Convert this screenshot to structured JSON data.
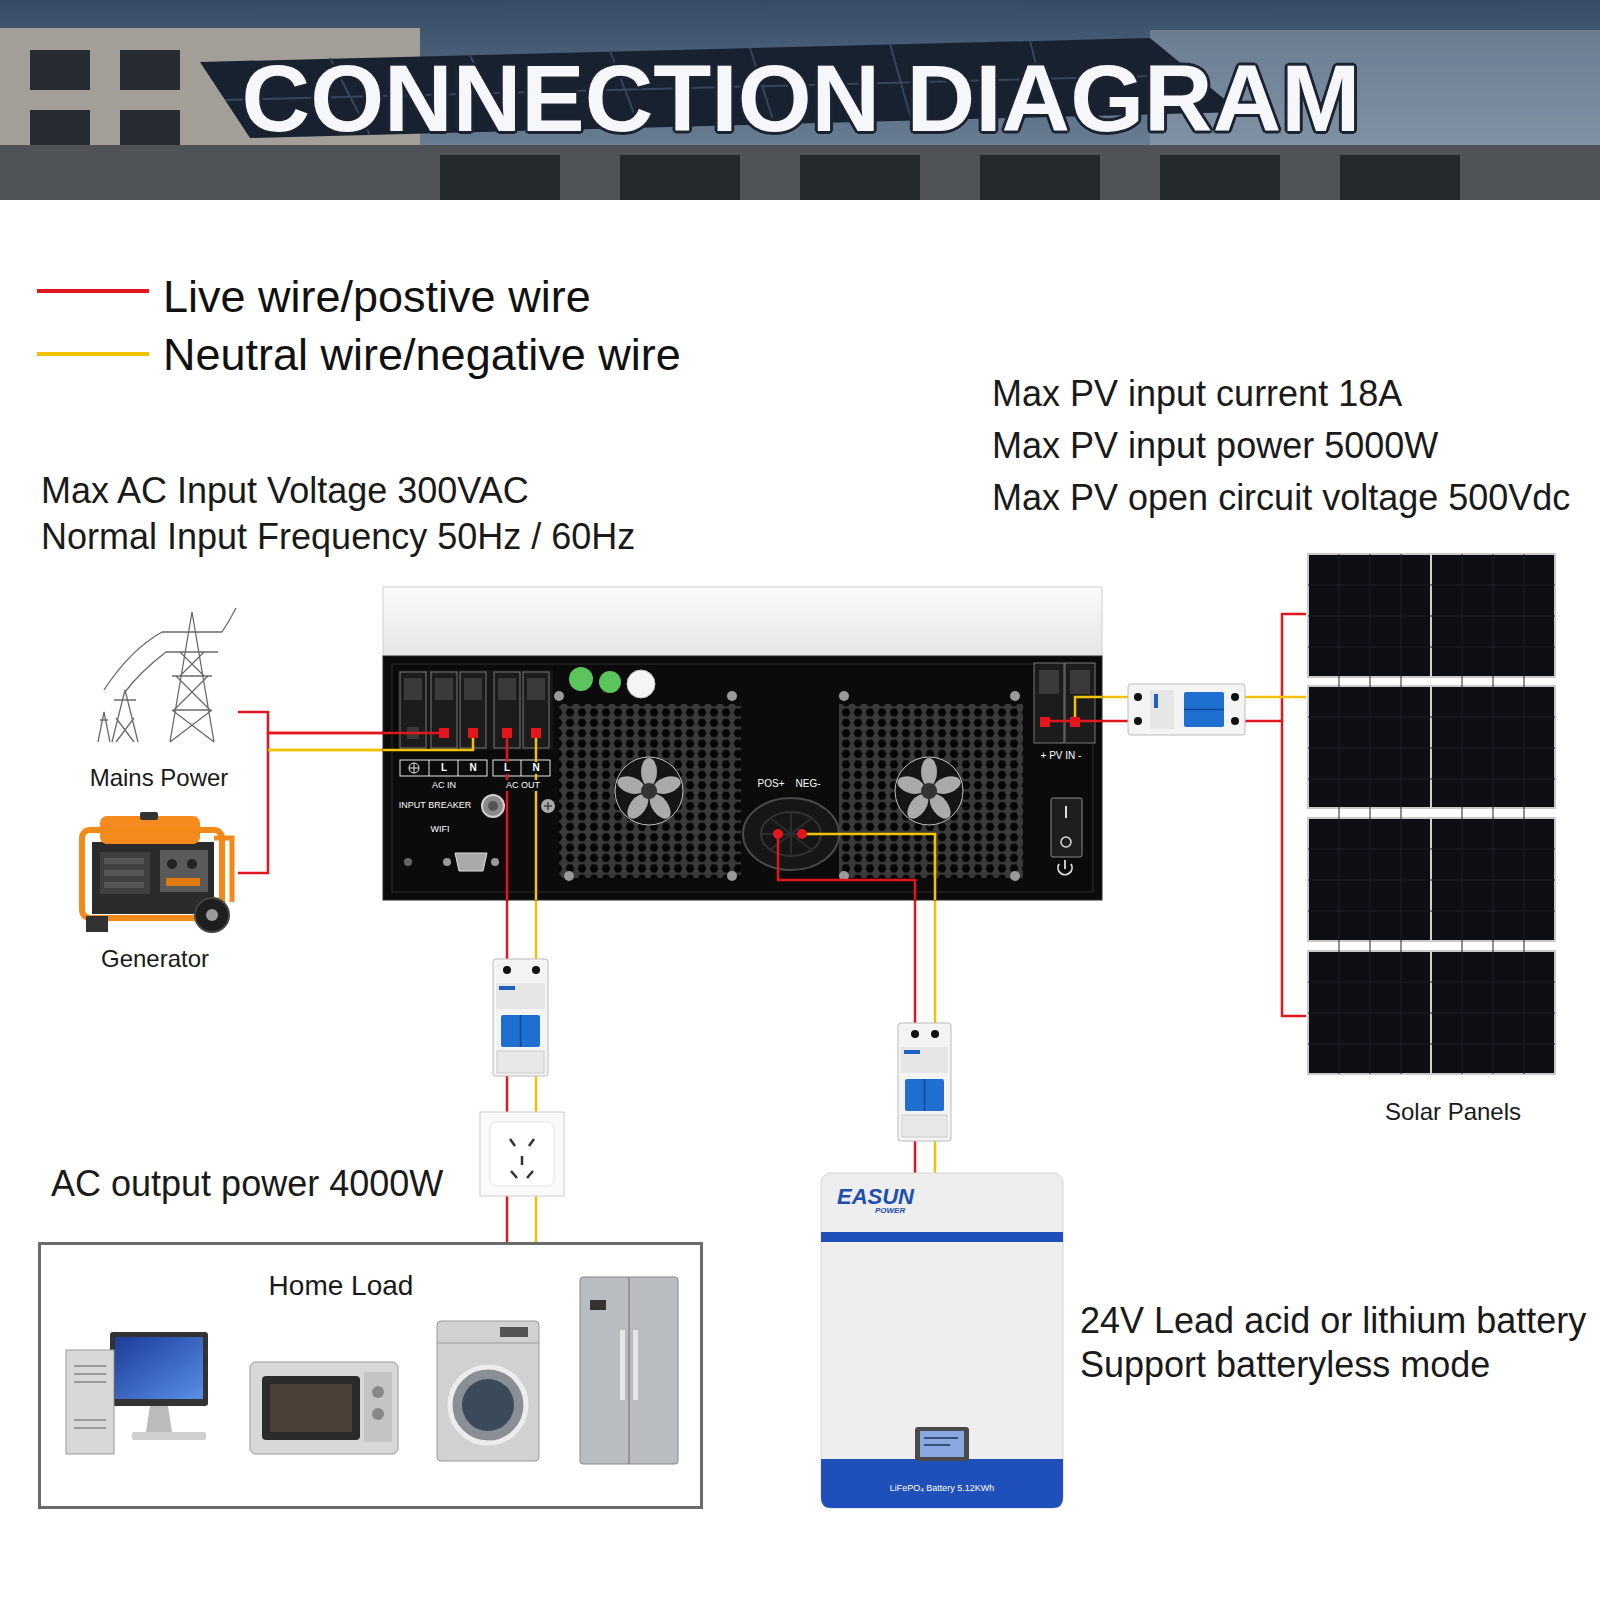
{
  "diagram": {
    "title": "CONNECTION DIAGRAM",
    "nodes": [
      {
        "text": [
          "Mains Power"
        ]
      },
      {
        "text": [
          "Generator"
        ]
      },
      {
        "text": [
          "L",
          "N",
          "L",
          "N",
          "AC IN",
          "AC OUT",
          "INPUT BREAKER",
          "WIFI",
          "POS+",
          "NEG-",
          "+ PV IN -"
        ]
      },
      {
        "text": [
          "Solar Panels"
        ]
      },
      {
        "text": [
          "Home Load"
        ]
      },
      {
        "text": [
          "EASUN",
          "POWER",
          "LiFePO₄ Battery 5.12KWh"
        ]
      }
    ],
    "edges": [
      {
        "from": 0,
        "to": 2,
        "arrow": "none"
      },
      {
        "from": 1,
        "to": 2,
        "arrow": "none"
      },
      {
        "from": 3,
        "to": 2,
        "arrow": "none"
      },
      {
        "from": 2,
        "to": 4,
        "arrow": "none"
      },
      {
        "from": 2,
        "to": 5,
        "arrow": "none"
      }
    ],
    "labels": [
      "Max AC Input Voltage 300VAC",
      "Normal Input Frequency 50Hz / 60Hz",
      "Max PV input current 18A",
      "Max PV input power 5000W",
      "Max PV open circuit voltage 500Vdc",
      "AC output power 4000W",
      "24V Lead acid or lithium battery",
      "Support batteryless mode"
    ],
    "legend": [
      {
        "text": "Live wire/postive wire"
      },
      {
        "text": "Neutral wire/negative wire"
      }
    ]
  }
}
